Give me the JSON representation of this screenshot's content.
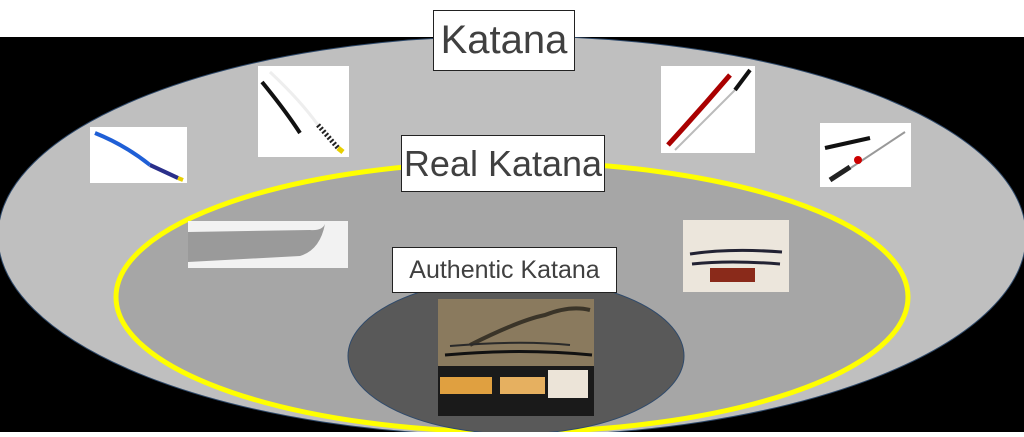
{
  "labels": {
    "outer": "Katana",
    "middle": "Real Katana",
    "inner": "Authentic Katana"
  },
  "images": {
    "outer": [
      "blue-toy-katana-icon",
      "white-black-toy-katana-icon",
      "red-black-katana-icon",
      "black-katana-red-tassel-icon"
    ],
    "middle": [
      "blade-closeup-icon",
      "katana-on-stand-icon"
    ],
    "inner": [
      "authentic-katana-display-icon"
    ]
  },
  "colors": {
    "background": "#000000",
    "outer_fill": "#bfbfbf",
    "middle_fill": "#a6a6a6",
    "middle_stroke": "#ffff00",
    "inner_fill": "#595959"
  }
}
